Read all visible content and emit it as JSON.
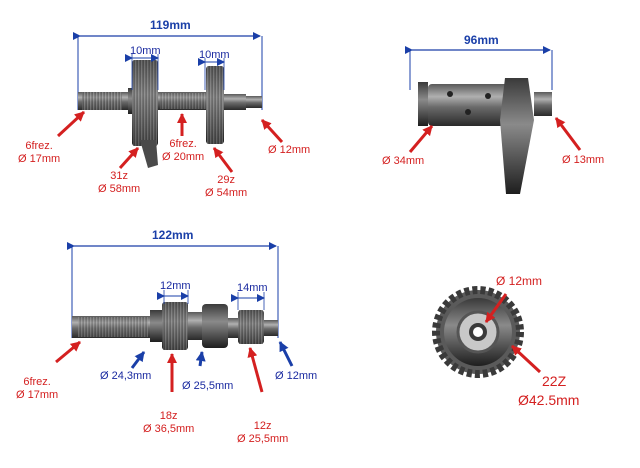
{
  "colors": {
    "dimension": "#1a3fa8",
    "callout_red": "#d42020",
    "callout_blue": "#1a3fa8",
    "metal_dark": "#3a3a3a",
    "metal_light": "#8c8c8c"
  },
  "shaft1": {
    "length": "119mm",
    "gear_width_a": "10mm",
    "gear_width_b": "10mm",
    "spline_left": [
      "6frez.",
      "Ø 17mm"
    ],
    "gear_31": [
      "31z",
      "Ø 58mm"
    ],
    "spline_mid": [
      "6frez.",
      "Ø 20mm"
    ],
    "gear_29": [
      "29z",
      "Ø 54mm"
    ],
    "end": "Ø 12mm"
  },
  "shaft2": {
    "length": "96mm",
    "left": "Ø 34mm",
    "right": "Ø 13mm"
  },
  "shaft3": {
    "length": "122mm",
    "gear_width_a": "12mm",
    "gear_width_b": "14mm",
    "spline_left": [
      "6frez.",
      "Ø 17mm"
    ],
    "diam_a": "Ø 24,3mm",
    "gear_18": [
      "18z",
      "Ø 36,5mm"
    ],
    "diam_b": "Ø 25,5mm",
    "gear_12": [
      "12z",
      "Ø 25,5mm"
    ],
    "end": "Ø 12mm"
  },
  "gear4": {
    "bore": "Ø 12mm",
    "teeth": "22Z",
    "diameter": "Ø42.5mm"
  }
}
